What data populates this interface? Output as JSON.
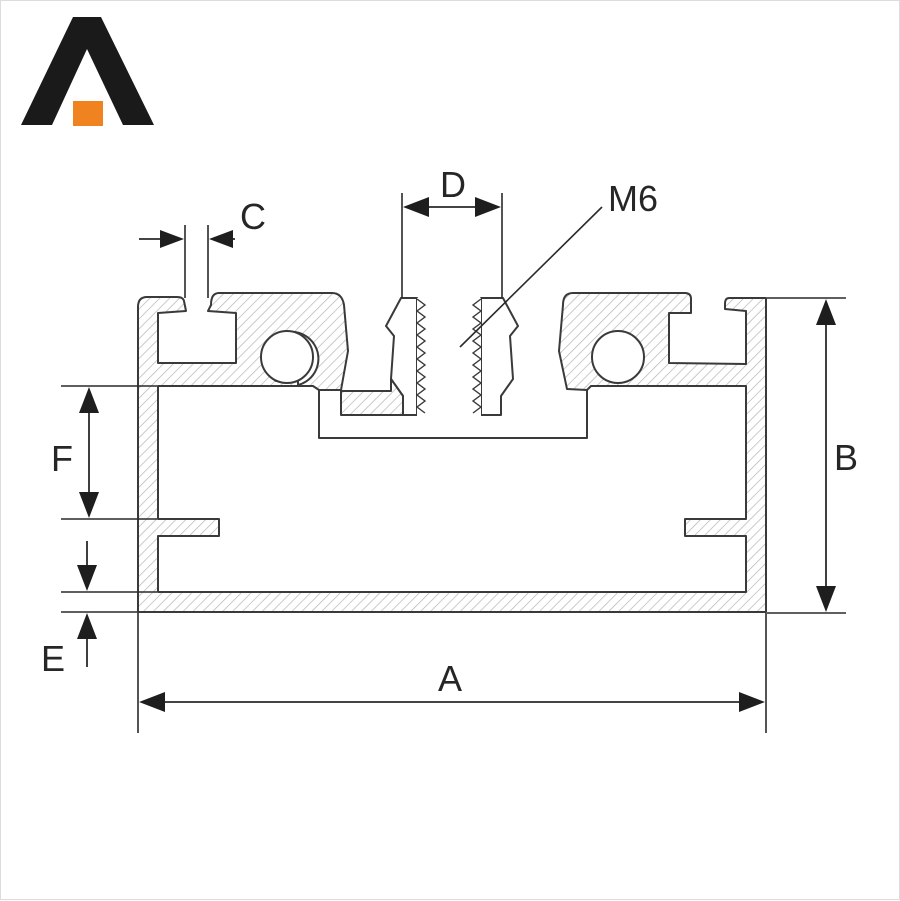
{
  "logo": {
    "name": "brand-logo",
    "colors": {
      "mark": "#1a1a1a",
      "accent": "#f08220"
    }
  },
  "diagram": {
    "dimension_labels": {
      "A": "A",
      "B": "B",
      "C": "C",
      "D": "D",
      "E": "E",
      "F": "F",
      "thread": "M6"
    },
    "colors": {
      "outline": "#3a3a3a",
      "hatch": "#b5b5b5",
      "dimension": "#262626"
    }
  }
}
